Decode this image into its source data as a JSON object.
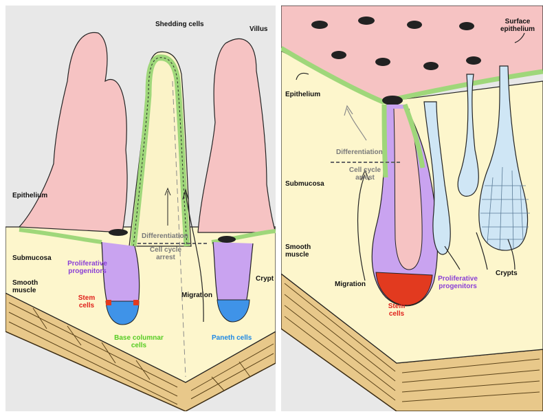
{
  "left_panel": {
    "labels": {
      "shedding_cells": "Shedding cells",
      "villus": "Villus",
      "epithelium": "Epithelium",
      "submucosa": "Submucosa",
      "proliferative_progenitors": "Proliferative progenitors",
      "differentiation": "Differentiation",
      "cell_cycle_arrest": "Cell cycle arrest",
      "crypt": "Crypt",
      "smooth_muscle": "Smooth muscle",
      "stem_cells": "Stem cells",
      "migration": "Migration",
      "base_columnar_cells": "Base columnar cells",
      "paneth_cells": "Paneth cells"
    }
  },
  "right_panel": {
    "labels": {
      "surface_epithelium": "Surface epithelium",
      "epithelium": "Epithelium",
      "differentiation": "Differentiation",
      "cell_cycle_arrest": "Cell cycle arrest",
      "submucosa": "Submucosa",
      "smooth_muscle": "Smooth muscle",
      "migration": "Migration",
      "proliferative_progenitors": "Proliferative progenitors",
      "crypts": "Crypts",
      "stem_cells": "Stem cells"
    }
  },
  "colors": {
    "villus_pink": "#f6c3c3",
    "submucosa_yellow": "#fdf6cc",
    "muscle_tan": "#e8c88a",
    "epithelium_green": "#c8f2a8",
    "progenitor_purple": "#c9a3f0",
    "stem_red": "#e23a1f",
    "paneth_blue": "#3f93e8",
    "crypt_light_blue": "#cfe6f5"
  }
}
